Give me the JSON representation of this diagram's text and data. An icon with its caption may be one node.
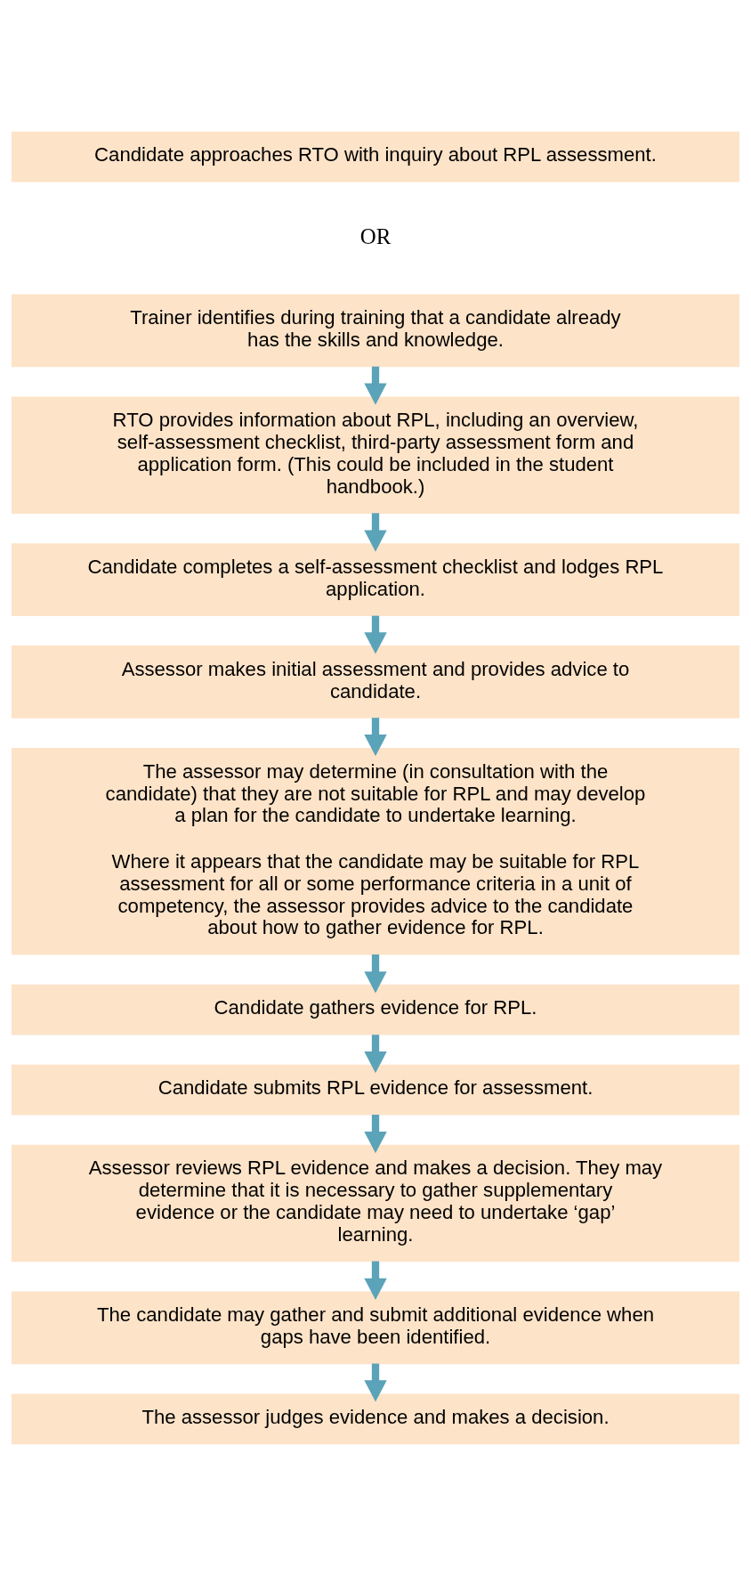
{
  "diagram": {
    "nodes": [
      {
        "text": [
          "Candidate approaches RTO with inquiry about RPL assessment."
        ]
      },
      {
        "text": [
          "Trainer identifies during training that a candidate already has the skills and knowledge."
        ]
      },
      {
        "text": [
          "RTO provides information about RPL, including an overview, self-assessment checklist, third-party assessment form and application form. (This could be included in the student handbook.)"
        ]
      },
      {
        "text": [
          "Candidate completes a self-assessment checklist and lodges RPL application."
        ]
      },
      {
        "text": [
          "Assessor makes initial assessment and provides advice to candidate."
        ]
      },
      {
        "text": [
          "The assessor may determine (in consultation with the candidate) that they are not suitable for RPL and may develop a plan for the candidate to undertake learning.",
          "Where it appears that the candidate may be suitable for RPL assessment for all or some performance criteria in a unit of competency, the assessor provides advice to the candidate about how to gather evidence for RPL."
        ]
      },
      {
        "text": [
          "Candidate gathers evidence for RPL."
        ]
      },
      {
        "text": [
          "Candidate submits RPL evidence for assessment."
        ]
      },
      {
        "text": [
          "Assessor reviews RPL evidence and makes a decision. They may determine that it is necessary to gather supplementary evidence or the candidate may need to undertake ‘gap’ learning."
        ]
      },
      {
        "text": [
          "The candidate may gather and submit additional evidence when gaps have been identified."
        ]
      },
      {
        "text": [
          "The assessor judges evidence and makes a decision."
        ]
      }
    ],
    "edges": [
      {
        "from": 1,
        "to": 2,
        "arrow": "to"
      },
      {
        "from": 2,
        "to": 3,
        "arrow": "to"
      },
      {
        "from": 3,
        "to": 4,
        "arrow": "to"
      },
      {
        "from": 4,
        "to": 5,
        "arrow": "to"
      },
      {
        "from": 5,
        "to": 6,
        "arrow": "to"
      },
      {
        "from": 6,
        "to": 7,
        "arrow": "to"
      },
      {
        "from": 7,
        "to": 8,
        "arrow": "to"
      },
      {
        "from": 8,
        "to": 9,
        "arrow": "to"
      },
      {
        "from": 9,
        "to": 10,
        "arrow": "to"
      }
    ],
    "labels": [
      "OR"
    ]
  }
}
